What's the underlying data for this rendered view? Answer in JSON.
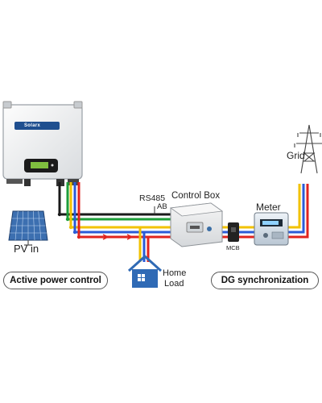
{
  "diagram": {
    "inverter_brand": "Solarx",
    "pv_label": "PV in",
    "rs485_label": "RS485",
    "ab_label": "AB",
    "control_box_label": "Control Box",
    "meter_label": "Meter",
    "grid_label": "Grid",
    "mcb_label": "MCB",
    "home_label_line1": "Home",
    "home_label_line2": "Load",
    "pills": {
      "left": "Active power control",
      "right": "DG synchronization"
    },
    "wire_colors": {
      "black": "#1a1a1a",
      "green": "#1e9e3a",
      "yellow": "#f2c200",
      "blue": "#2a5bd7",
      "red": "#e0241f"
    }
  }
}
